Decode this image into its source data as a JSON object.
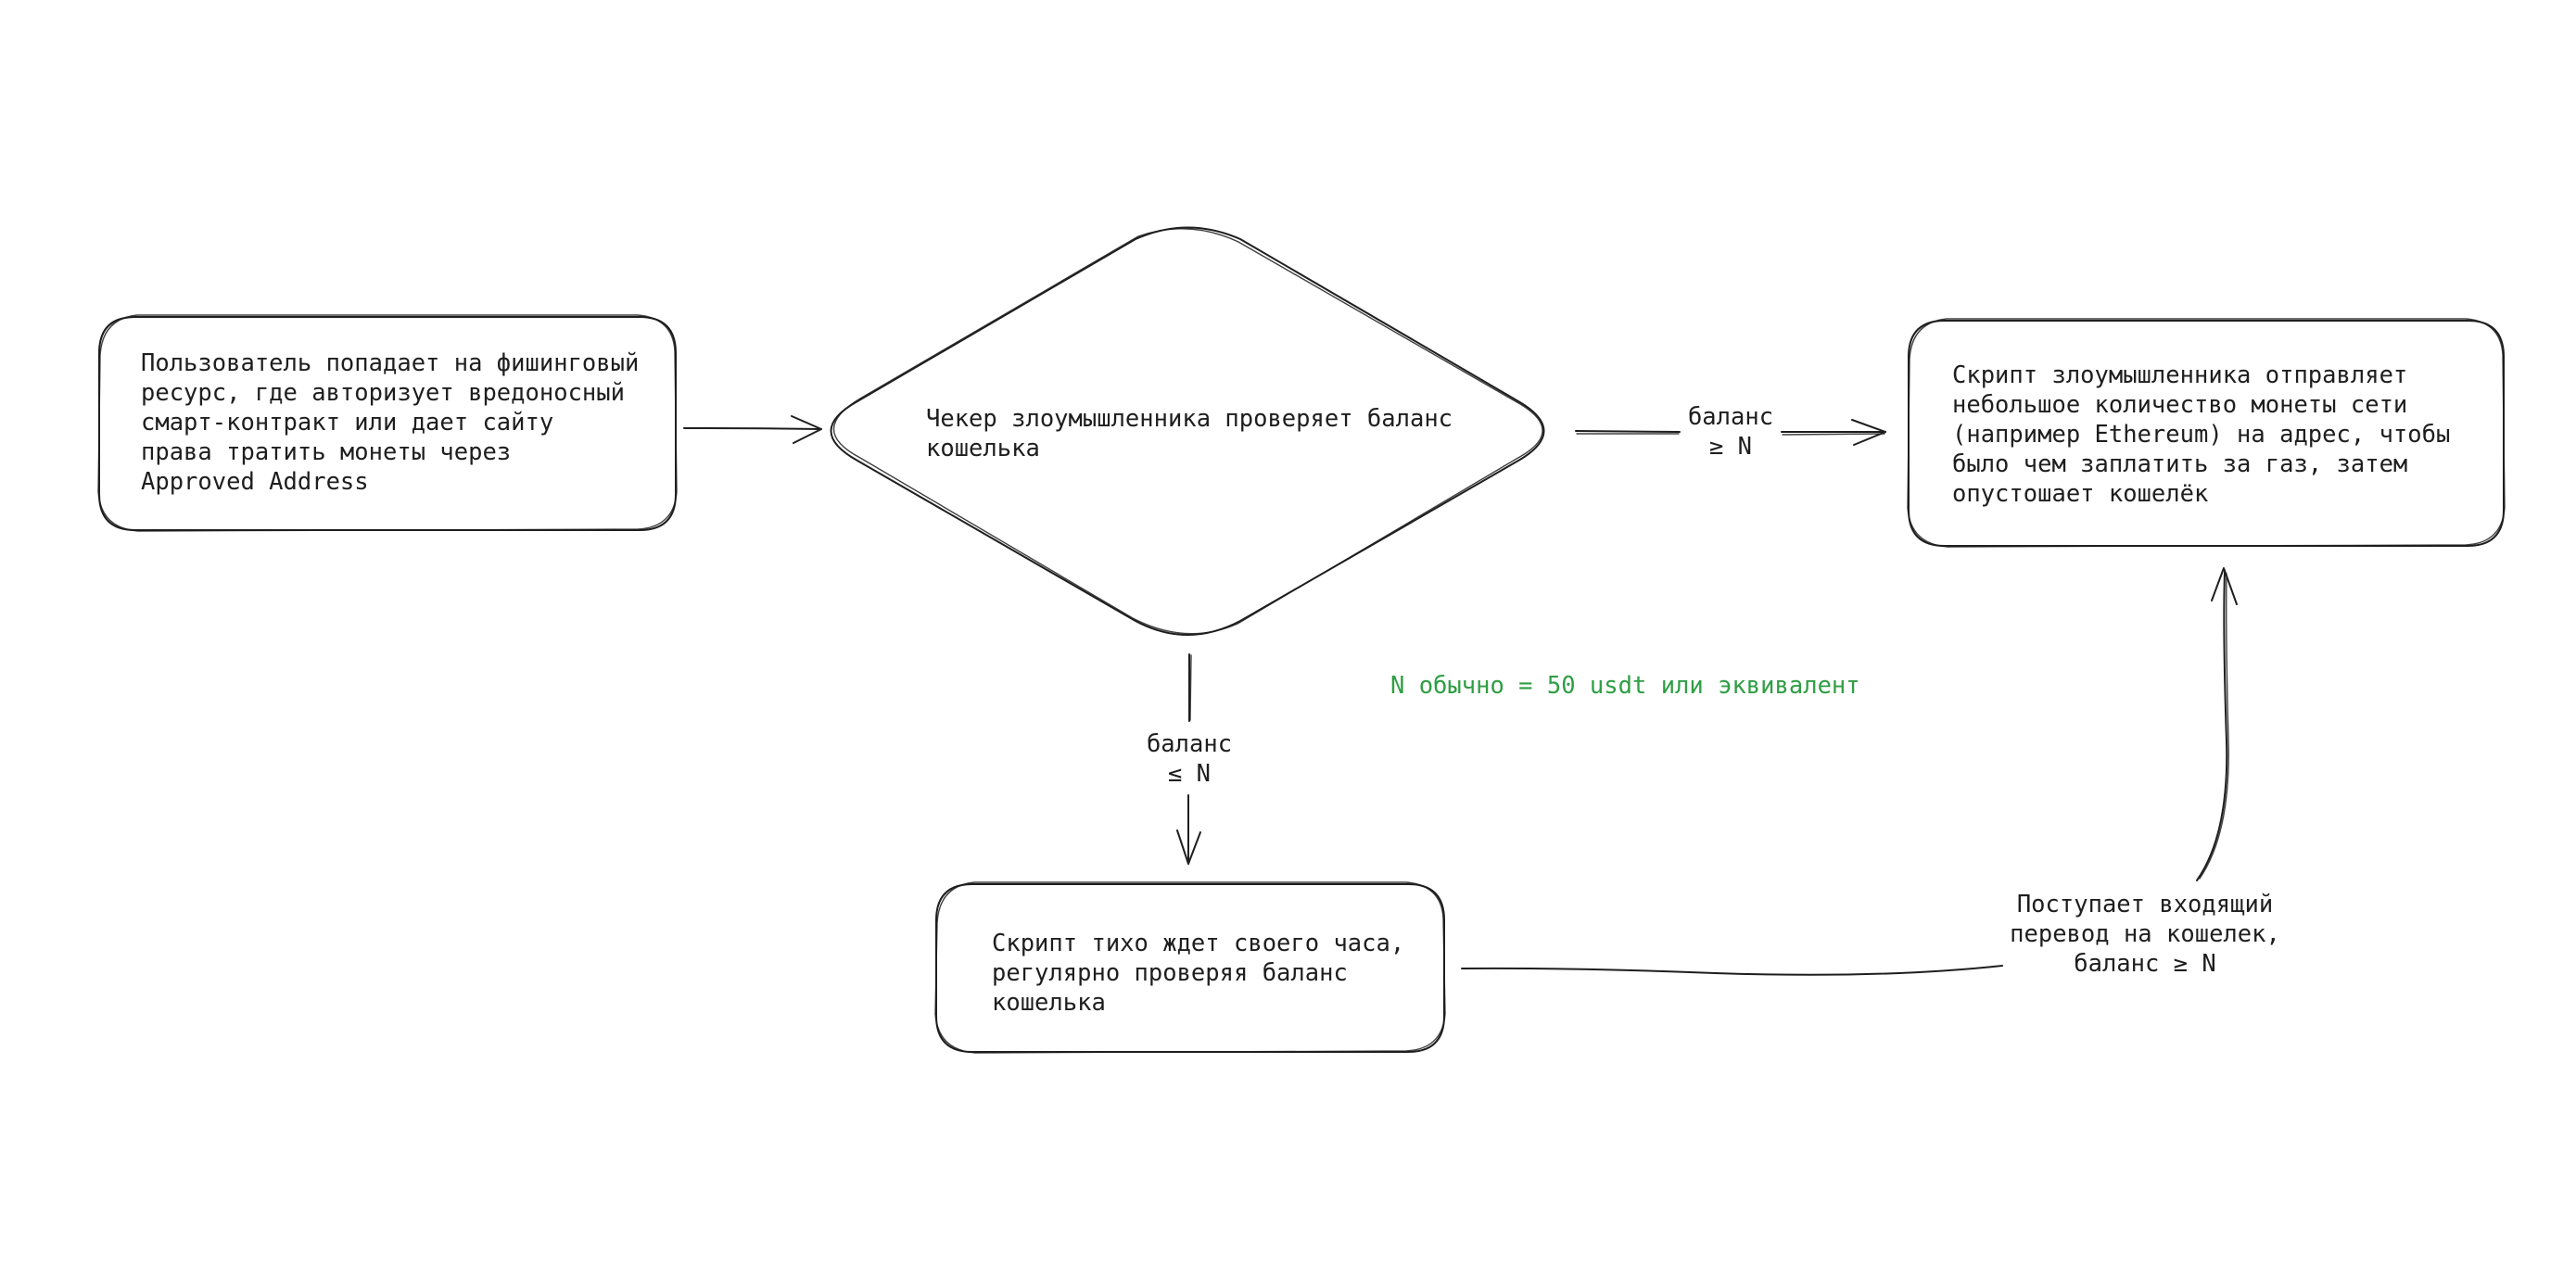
{
  "diagram": {
    "nodes": {
      "user_phishing": {
        "label": "Пользователь попадает на фишинговый\nресурс, где авторизует вредоносный\nсмарт-контракт или дает сайту\nправа тратить монеты через\nApproved Address"
      },
      "checker": {
        "label": "Чекер злоумышленника проверяет баланс\nкошелька"
      },
      "drain": {
        "label": "Скрипт злоумышленника отправляет\nнебольшое количество монеты сети\n(например Ethereum) на адрес, чтобы\nбыло чем заплатить за газ, затем\nопустошает кошелёк"
      },
      "wait": {
        "label": "Скрипт тихо ждет своего часа,\nрегулярно проверяя баланс\nкошелька"
      },
      "incoming": {
        "label": "Поступает входящий\nперевод на кошелек,\nбаланс ≥ N"
      }
    },
    "edges": {
      "balance_high": {
        "label": "баланс\n≥ N"
      },
      "balance_low": {
        "label": "баланс\n≤ N"
      }
    },
    "note": {
      "text": "N обычно = 50 usdt или эквивалент",
      "color": "#2f9e44"
    },
    "colors": {
      "stroke": "#1e1e1e",
      "background": "#ffffff"
    }
  }
}
